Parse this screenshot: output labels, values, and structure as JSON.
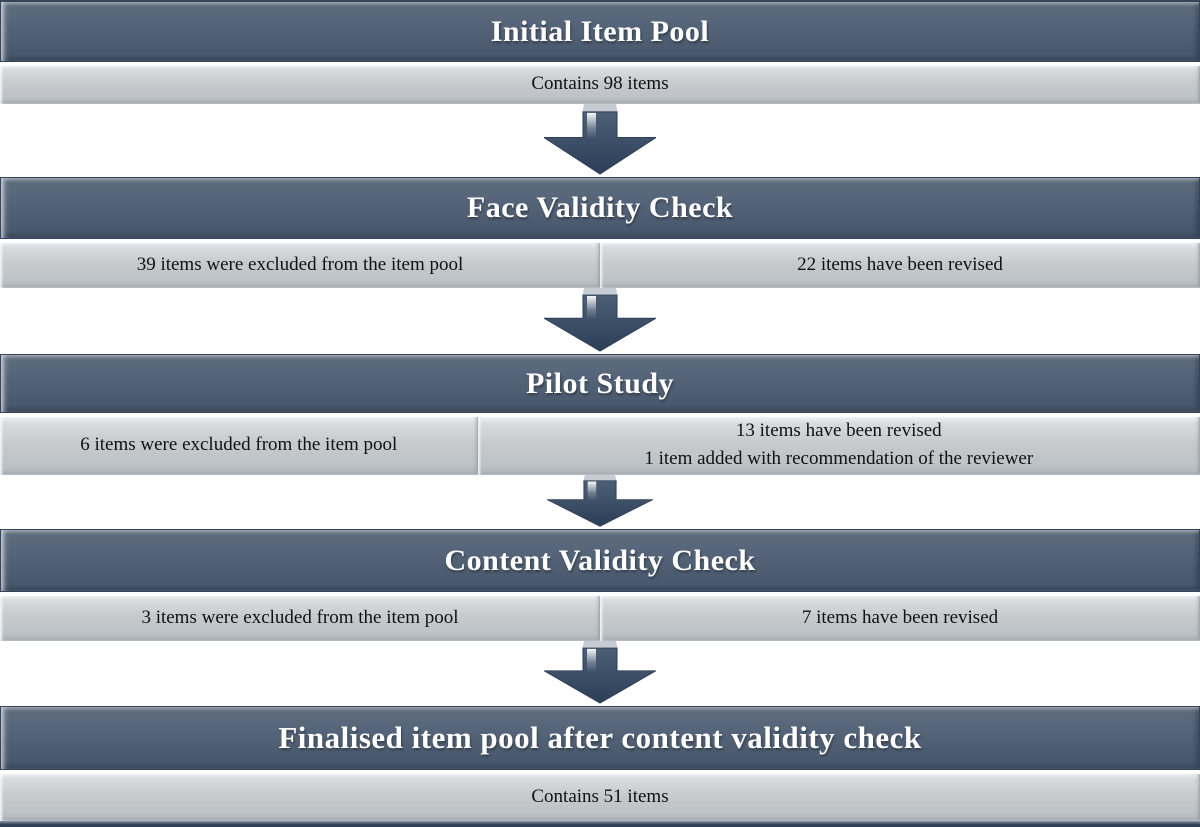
{
  "colors": {
    "header_top": "#5f6d7c",
    "header_bottom": "#46566a",
    "edge": "#36445a",
    "sub_top": "#f7f9fa",
    "sub_mid": "#c6cacd",
    "sub_bottom": "#b3b8bd",
    "arrow_dark": "#2c3e57",
    "arrow_mid": "#3f5169",
    "arrow_light": "#4d5f76",
    "title_text": "#ffffff",
    "body_text": "#111111"
  },
  "stages": [
    {
      "title": "Initial Item Pool",
      "boxes": [
        {
          "lines": [
            "Contains 98 items"
          ]
        }
      ]
    },
    {
      "title": "Face Validity Check",
      "boxes": [
        {
          "lines": [
            "39 items were excluded from the item pool"
          ]
        },
        {
          "lines": [
            "22 items have been revised"
          ]
        }
      ]
    },
    {
      "title": "Pilot Study",
      "boxes": [
        {
          "lines": [
            "6 items were excluded from the item pool"
          ]
        },
        {
          "lines": [
            "13 items have been revised",
            "1 item added with recommendation of the reviewer"
          ]
        }
      ]
    },
    {
      "title": "Content Validity Check",
      "boxes": [
        {
          "lines": [
            "3 items were excluded from the item pool"
          ]
        },
        {
          "lines": [
            "7 items have been revised"
          ]
        }
      ]
    },
    {
      "title": "Finalised item pool after content validity check",
      "boxes": [
        {
          "lines": [
            "Contains 51 items"
          ]
        }
      ]
    }
  ]
}
